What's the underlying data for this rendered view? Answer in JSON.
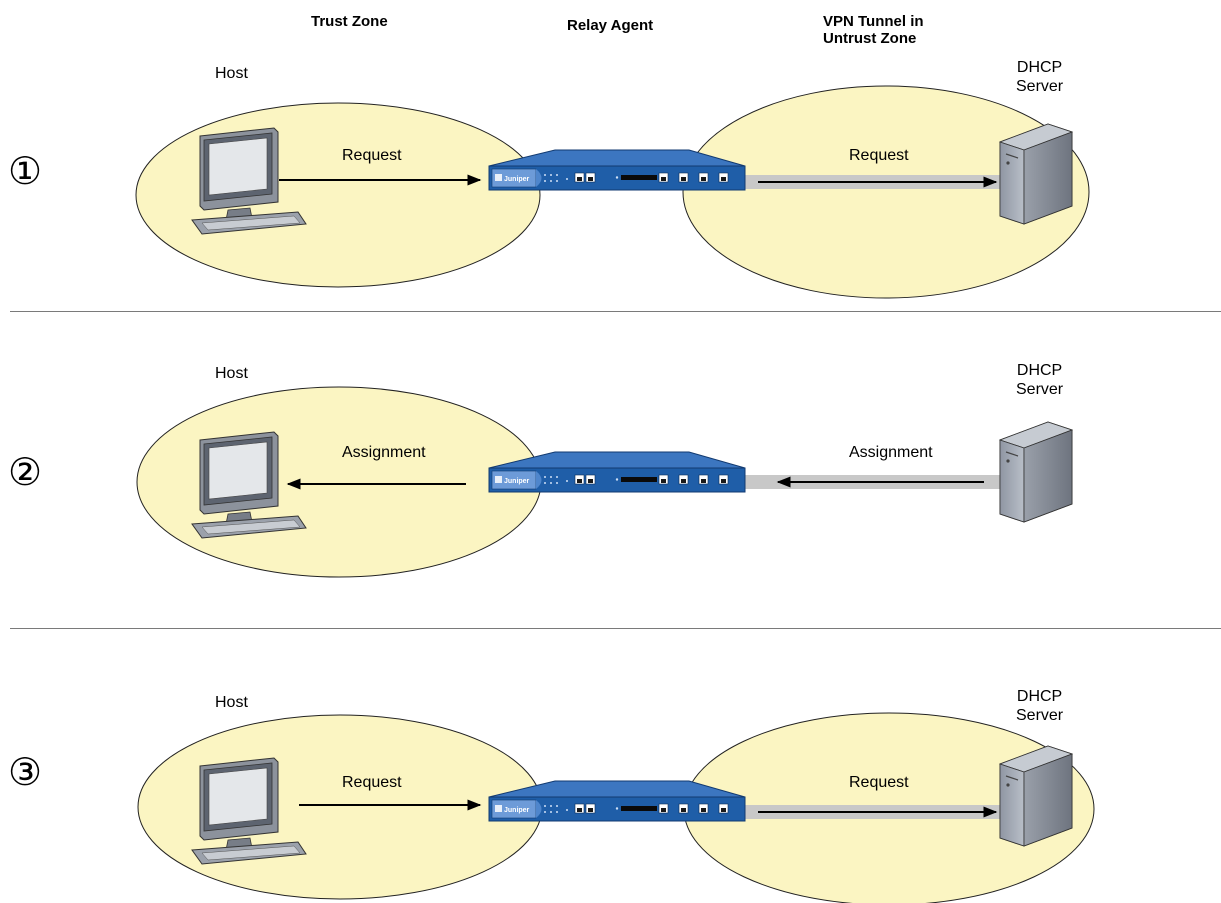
{
  "headers": {
    "trust_zone": "Trust Zone",
    "relay_agent": "Relay Agent",
    "vpn_tunnel": "VPN Tunnel in\nUntrust Zone"
  },
  "device_brand": "Juniper",
  "colors": {
    "zone_fill": "#fbf5c2",
    "device_blue": "#1f5ea8",
    "tunnel": "#c8c8c8",
    "separator": "#7a7a7a"
  },
  "steps": [
    {
      "number": "①",
      "host_label": "Host",
      "server_label": "DHCP\nServer",
      "left_message": "Request",
      "right_message": "Request",
      "direction": "to-server",
      "show_trust_zone": true,
      "show_untrust_zone": true
    },
    {
      "number": "②",
      "host_label": "Host",
      "server_label": "DHCP\nServer",
      "left_message": "Assignment",
      "right_message": "Assignment",
      "direction": "to-host",
      "show_trust_zone": true,
      "show_untrust_zone": false
    },
    {
      "number": "③",
      "host_label": "Host",
      "server_label": "DHCP\nServer",
      "left_message": "Request",
      "right_message": "Request",
      "direction": "to-server",
      "show_trust_zone": true,
      "show_untrust_zone": true
    }
  ]
}
